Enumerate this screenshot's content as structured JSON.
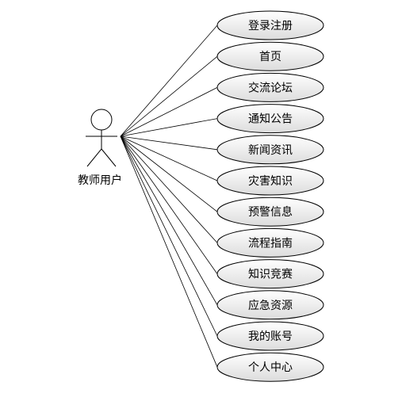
{
  "actor": {
    "label": "教师用户"
  },
  "use_cases": [
    {
      "label": "登录注册"
    },
    {
      "label": "首页"
    },
    {
      "label": "交流论坛"
    },
    {
      "label": "通知公告"
    },
    {
      "label": "新闻资讯"
    },
    {
      "label": "灾害知识"
    },
    {
      "label": "预警信息"
    },
    {
      "label": "流程指南"
    },
    {
      "label": "知识竞赛"
    },
    {
      "label": "应急资源"
    },
    {
      "label": "我的账号"
    },
    {
      "label": "个人中心"
    }
  ],
  "colors": {
    "ellipse_fill_top": "#ffffff",
    "ellipse_fill_bottom": "#d9d9d9",
    "stroke": "#000000"
  }
}
